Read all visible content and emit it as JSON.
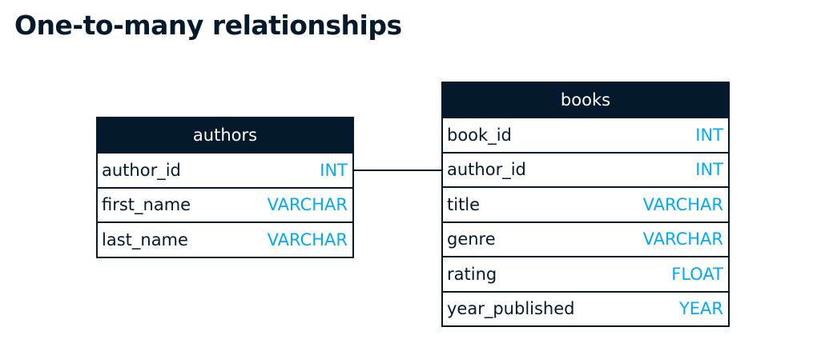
{
  "title": "One-to-many relationships",
  "tables": {
    "authors": {
      "name": "authors",
      "fields": [
        {
          "name": "author_id",
          "type": "INT"
        },
        {
          "name": "first_name",
          "type": "VARCHAR"
        },
        {
          "name": "last_name",
          "type": "VARCHAR"
        }
      ]
    },
    "books": {
      "name": "books",
      "fields": [
        {
          "name": "book_id",
          "type": "INT"
        },
        {
          "name": "author_id",
          "type": "INT"
        },
        {
          "name": "title",
          "type": "VARCHAR"
        },
        {
          "name": "genre",
          "type": "VARCHAR"
        },
        {
          "name": "rating",
          "type": "FLOAT"
        },
        {
          "name": "year_published",
          "type": "YEAR"
        }
      ]
    }
  },
  "colors": {
    "header": "#05192d",
    "type": "#03a9f4",
    "text": "#05192d"
  }
}
